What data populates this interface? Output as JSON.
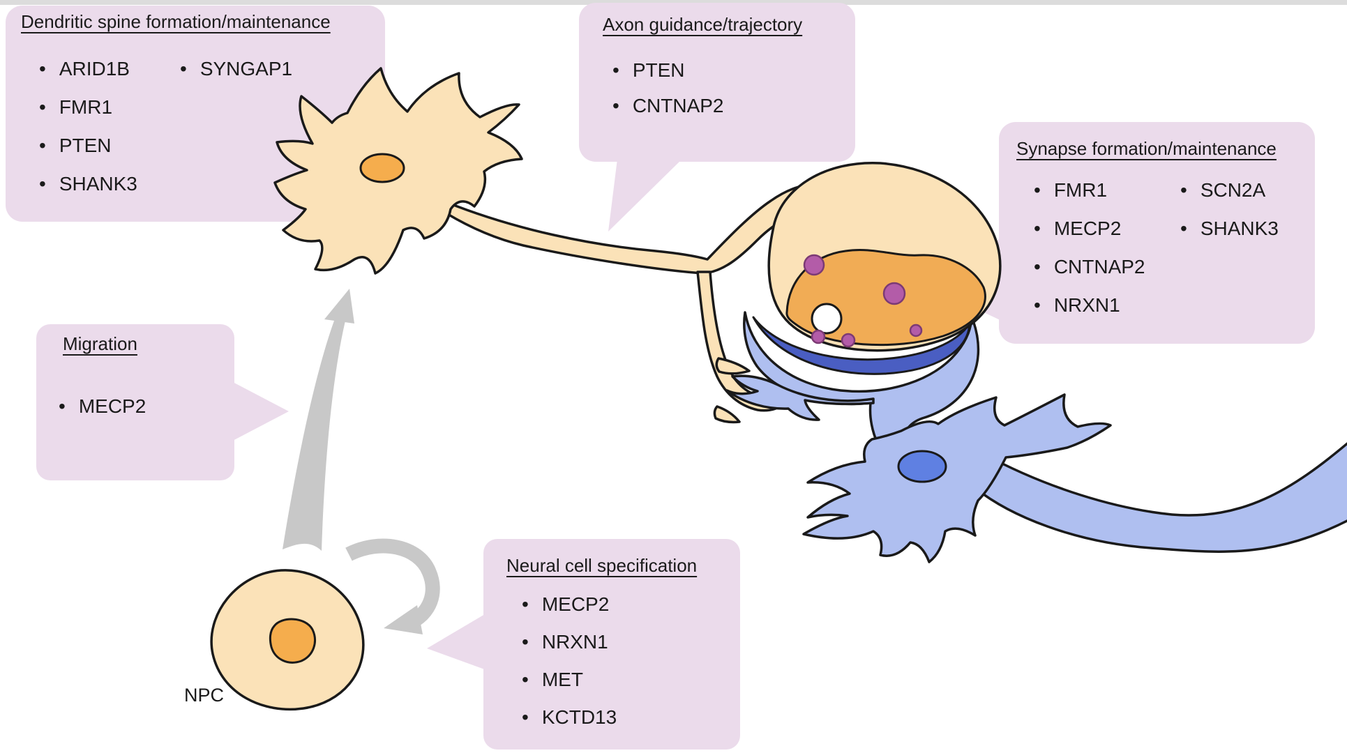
{
  "figure_type": "neurodevelopmental-stages-gene-diagram",
  "npc": {
    "label": "NPC"
  },
  "callouts": {
    "dendritic_spine": {
      "title": "Dendritic spine formation/maintenance",
      "columns": [
        [
          "ARID1B",
          "FMR1",
          "PTEN",
          "SHANK3"
        ],
        [
          "SYNGAP1"
        ]
      ]
    },
    "axon_guidance": {
      "title": "Axon guidance/trajectory",
      "columns": [
        [
          "PTEN",
          "CNTNAP2"
        ]
      ]
    },
    "synapse": {
      "title": "Synapse formation/maintenance",
      "columns": [
        [
          "FMR1",
          "MECP2",
          "CNTNAP2",
          "NRXN1"
        ],
        [
          "SCN2A",
          "SHANK3"
        ]
      ]
    },
    "migration": {
      "title": "Migration",
      "columns": [
        [
          "MECP2"
        ]
      ]
    },
    "neural_spec": {
      "title": "Neural cell specification",
      "columns": [
        [
          "MECP2",
          "NRXN1",
          "MET",
          "KCTD13"
        ]
      ]
    }
  },
  "colors": {
    "background": "#FFFFFF",
    "top_strip": "#DCDCDC",
    "callout_bg": "#EBDBEB",
    "outline": "#1A1A1A",
    "neuron_body": "#FBE2B8",
    "neuron_nucleus": "#F5AD4D",
    "bouton_inner": "#F1AC55",
    "vesicle_fill": "#B35CA8",
    "vesicle_stroke": "#7C3A74",
    "white_vesicle": "#FFFFFF",
    "postsynaptic_density": "#4A5EC2",
    "blue_body": "#AFBFF0",
    "blue_nucleus": "#5F80E2",
    "arrow_gray": "#C8C8C8",
    "text": "#1A1A1A"
  }
}
